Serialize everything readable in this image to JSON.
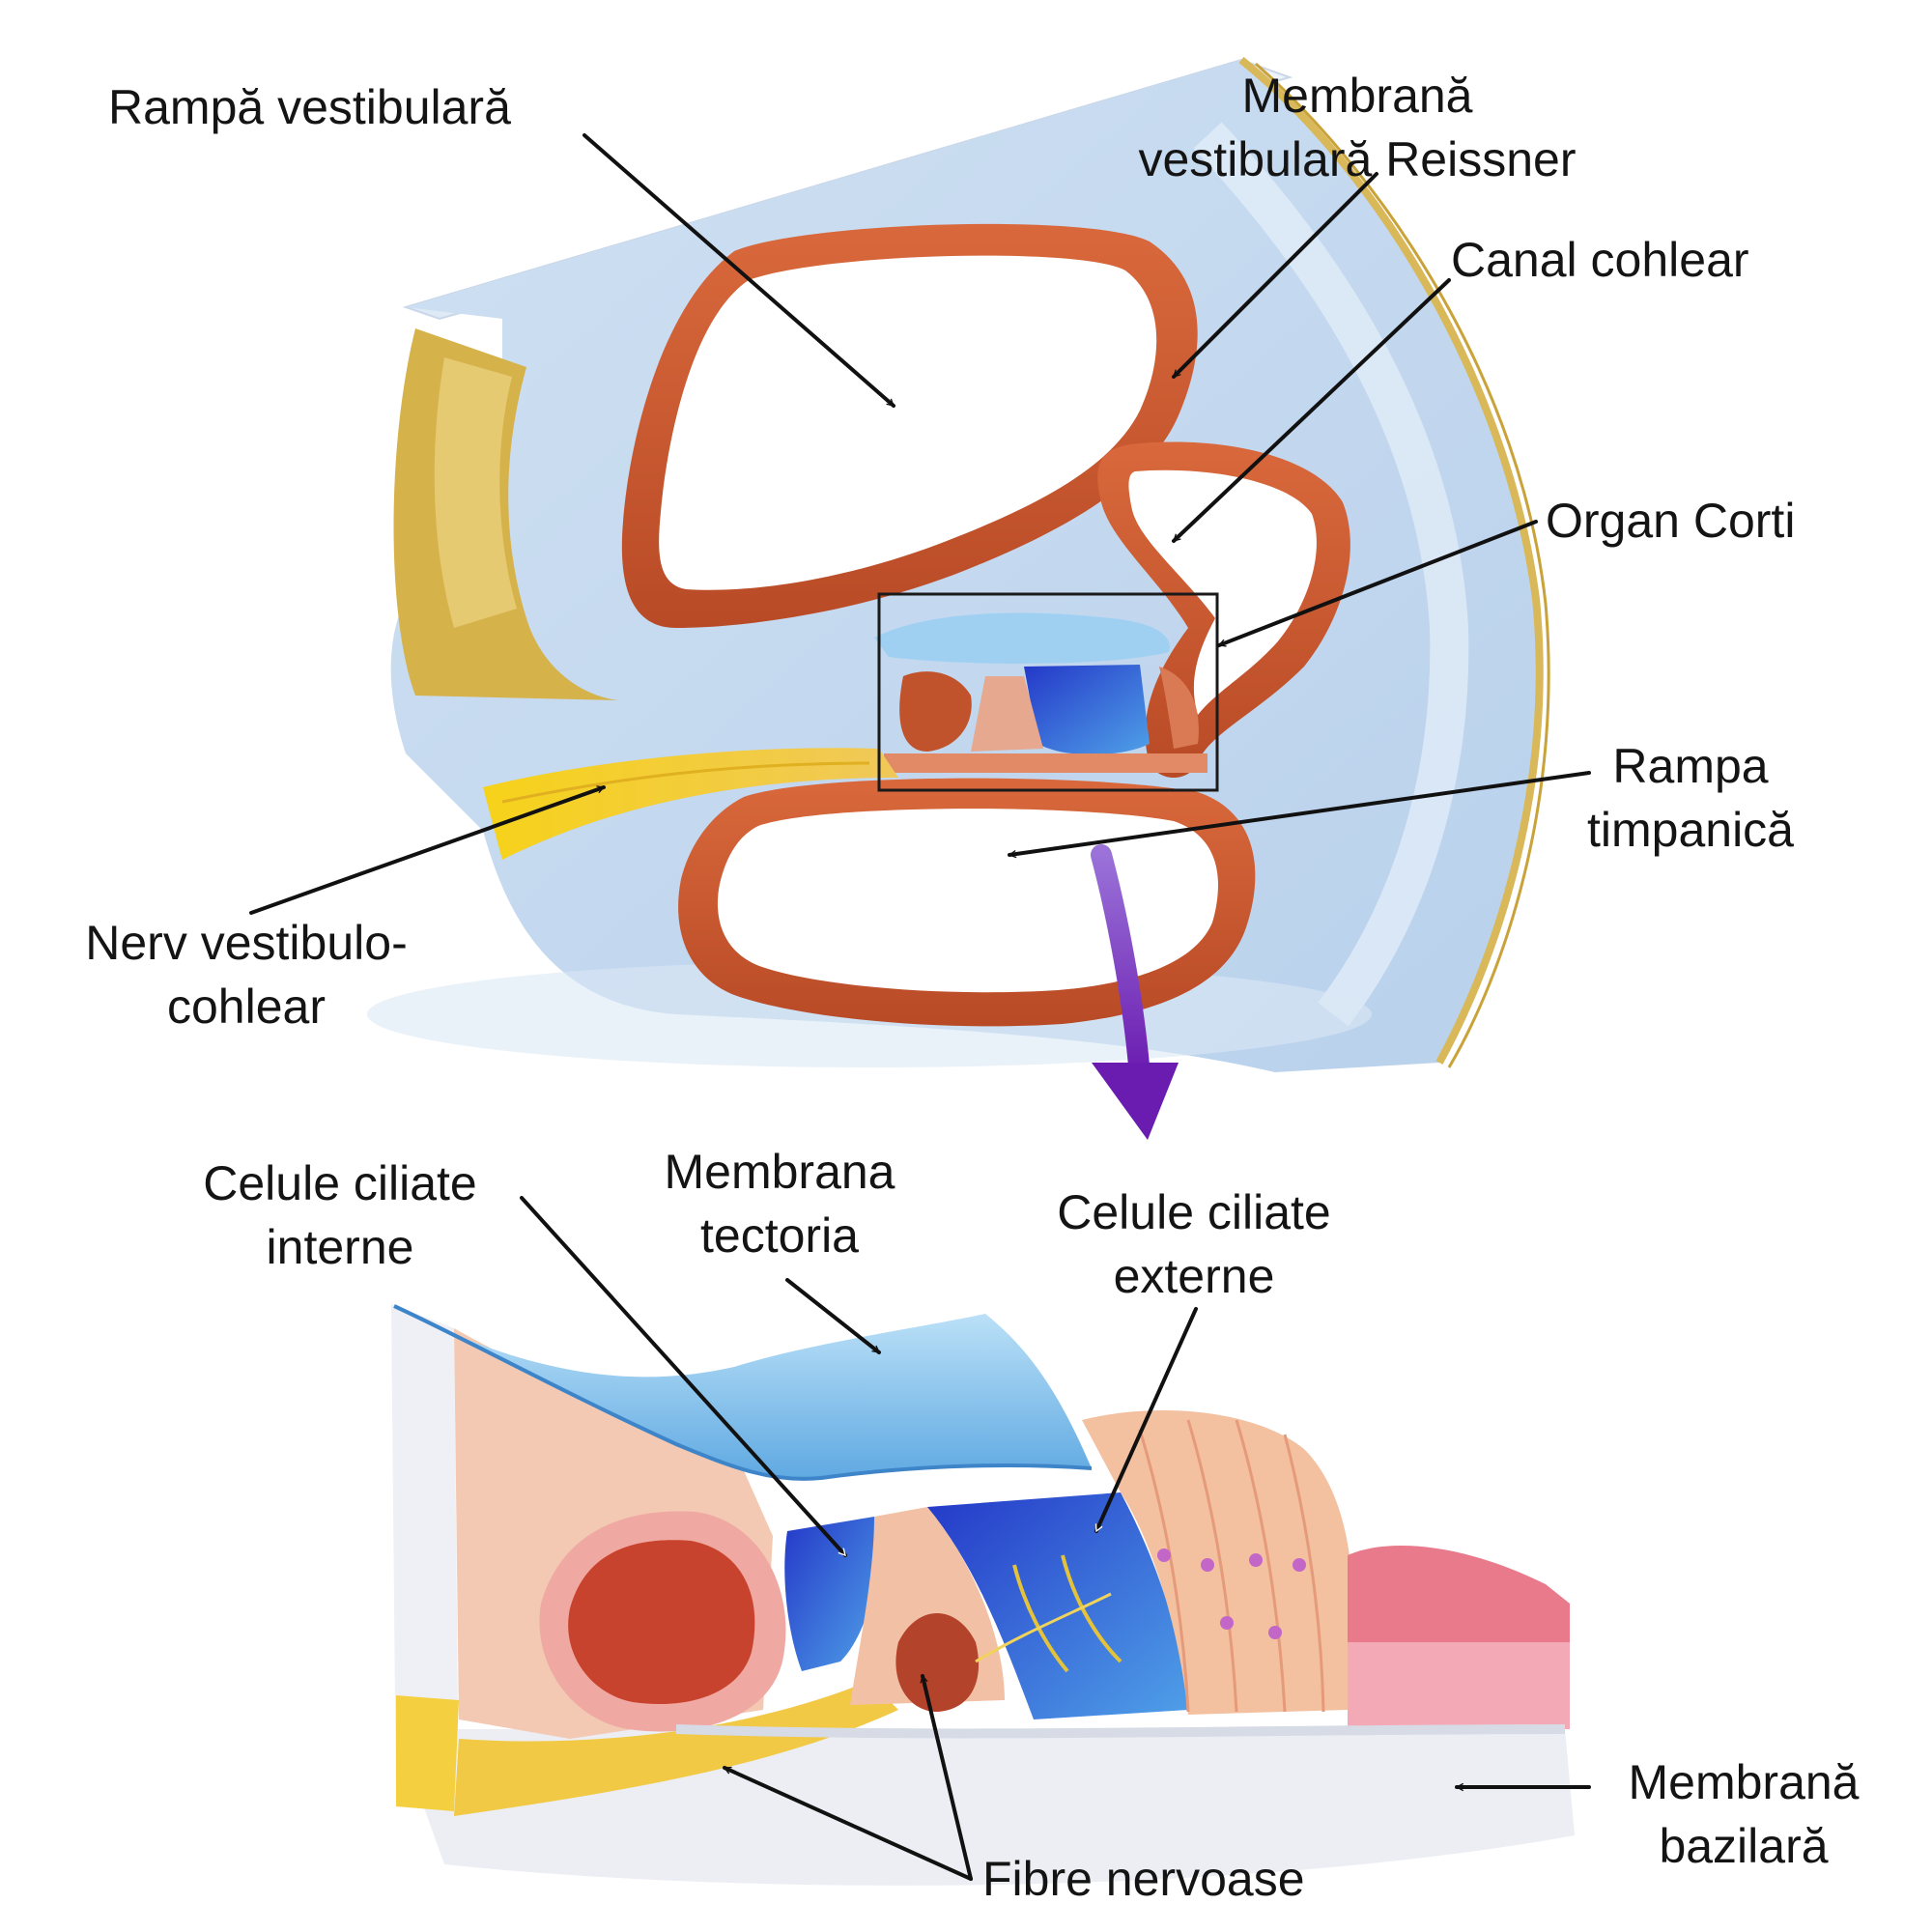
{
  "labels": {
    "scala_vestibuli": "Rampă vestibulară",
    "reissner_line1": "Membrană",
    "reissner_line2": "vestibulară Reissner",
    "cochlear_duct": "Canal cohlear",
    "organ_corti": "Organ Corti",
    "scala_tympani_line1": "Rampa",
    "scala_tympani_line2": "timpanică",
    "nerve_line1": "Nerv vestibulo-",
    "nerve_line2": "cohlear",
    "inner_cells_line1": "Celule ciliate",
    "inner_cells_line2": "interne",
    "tectoria_line1": "Membrana",
    "tectoria_line2": "tectoria",
    "outer_cells_line1": "Celule ciliate",
    "outer_cells_line2": "externe",
    "basilar_line1": "Membrană",
    "basilar_line2": "bazilară",
    "nerve_fibers": "Fibre nervoase"
  },
  "colors": {
    "bone": "#c6d9ef",
    "wall": "#cf5f35",
    "tectorial": "#5fa9e2",
    "hair_cells": "#2438c8",
    "nerve": "#f6d21a",
    "zoom_arrow": "#6a1bb0"
  }
}
